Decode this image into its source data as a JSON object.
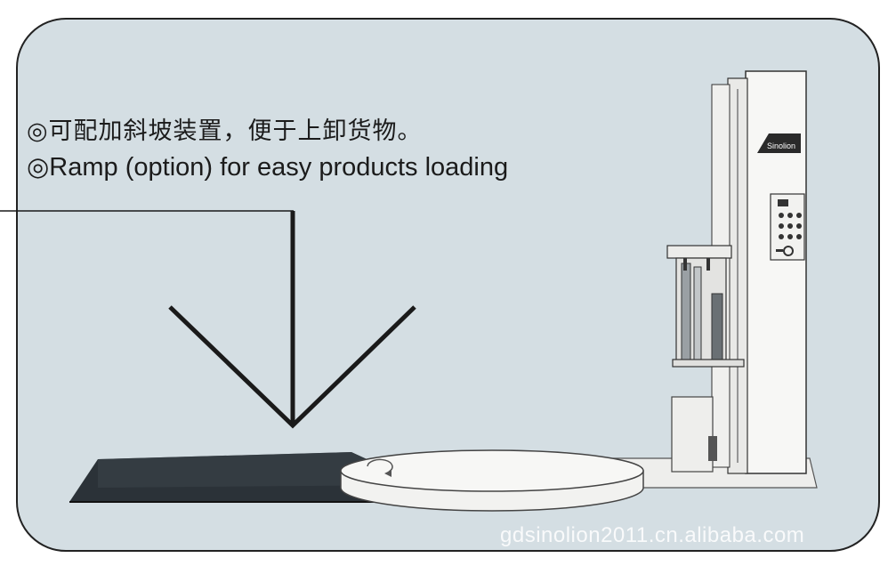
{
  "caption": {
    "line_cn": "◎可配加斜坡装置，便于上卸货物。",
    "line_en": "◎Ramp (option) for easy products loading"
  },
  "logo": {
    "text": "Sinolion"
  },
  "watermark": {
    "text": "gdsinolion2011.cn.alibaba.com"
  },
  "colors": {
    "panel_bg": "#d4dee3",
    "border": "#222222",
    "ramp": "#2b3238",
    "machine": "#f7f7f5"
  }
}
